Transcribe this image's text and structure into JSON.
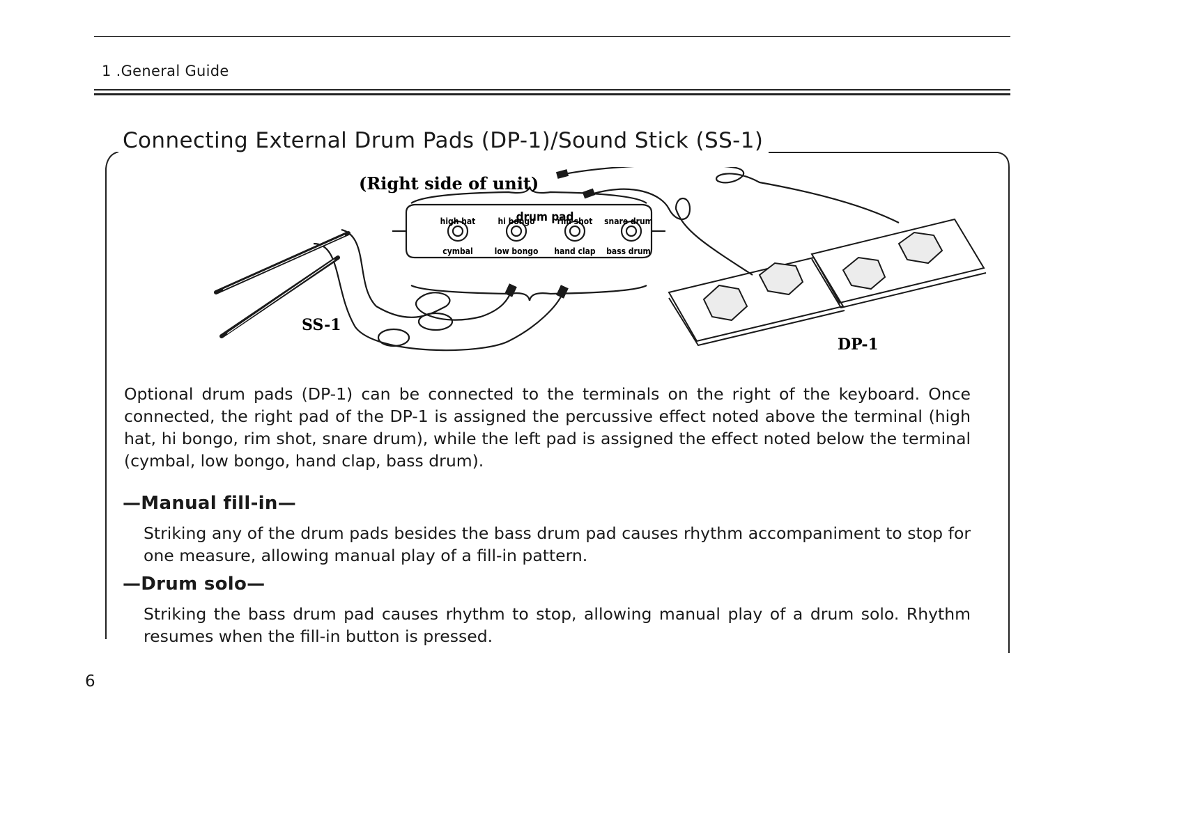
{
  "header": {
    "chapter": "1 .General Guide"
  },
  "section": {
    "title": "Connecting External Drum Pads (DP-1)/Sound Stick (SS-1)"
  },
  "illustration": {
    "unit_side_label": "(Right side of unit)",
    "panel_title": "drum pad",
    "upper_labels": [
      "high hat",
      "hi bongo",
      "rim shot",
      "snare drum"
    ],
    "lower_labels": [
      "cymbal",
      "low bongo",
      "hand clap",
      "bass drum"
    ],
    "sound_stick_label": "SS-1",
    "drum_pad_label": "DP-1"
  },
  "intro_paragraph": "Optional drum pads (DP-1) can be connected to the terminals on the right of the keyboard. Once connected, the right pad of the DP-1 is assigned the percussive effect noted above the terminal (high hat, hi bongo, rim shot, snare drum), while the left pad is assigned the effect noted below the terminal (cymbal, low bongo, hand clap, bass drum).",
  "manual_fill_in": {
    "heading": "—Manual fill-in—",
    "text": "Striking any of the drum pads besides the bass drum pad causes rhythm accompaniment to stop for one measure, allowing manual play of a fill-in pattern."
  },
  "drum_solo": {
    "heading": "—Drum solo—",
    "text": "Striking the bass drum pad causes rhythm to stop, allowing manual play of a drum solo. Rhythm resumes when the fill-in button is pressed."
  },
  "page_number": "6"
}
